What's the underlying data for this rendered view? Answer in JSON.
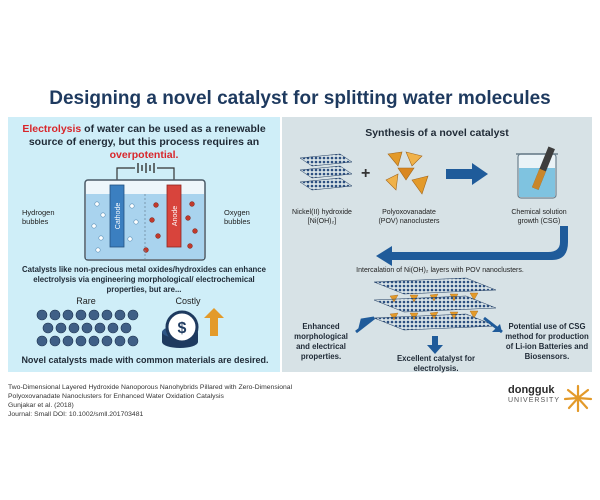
{
  "title": "Designing a novel catalyst for splitting water molecules",
  "left": {
    "intro_lead": "Electrolysis",
    "intro_mid": " of water can be used as a renewable source of energy, but this process requires an ",
    "intro_end": "overpotential.",
    "cell": {
      "left_label": "Hydrogen bubbles",
      "right_label": "Oxygen bubbles",
      "cathode": "Cathode",
      "anode": "Anode"
    },
    "catalysts_text": "Catalysts like non-precious metal oxides/hydroxides can enhance electrolysis via engineering morphological/ electrochemical properties, but are...",
    "rare_label": "Rare",
    "costly_label": "Costly",
    "dollar": "$",
    "desired": "Novel catalysts made with common materials are desired."
  },
  "right": {
    "title": "Synthesis of a novel catalyst",
    "plus": "+",
    "nickel_line1": "Nickel(II) hydroxide",
    "nickel_line2": "[Ni(OH)₂]",
    "pov_line1": "Polyoxovanadate",
    "pov_line2": "(POV) nanoclusters",
    "csg_line1": "Chemical solution",
    "csg_line2": "growth (CSG)",
    "intercalation": "Intercalation of Ni(OH)₂ layers with POV nanoclusters.",
    "enhanced": "Enhanced morphological and electrical properties.",
    "excellent": "Excellent catalyst for electrolysis.",
    "potential": "Potential use of CSG method for production of Li-ion Batteries and Biosensors."
  },
  "citation": {
    "line1": "Two-Dimensional Layered Hydroxide Nanoporous Nanohybrids Pillared with Zero-Dimensional",
    "line2": "Polyoxovanadate Nanoclusters for Enhanced Water Oxidation Catalysis",
    "line3": "Gunjakar et al. (2018)",
    "line4": "Journal: Small     DOI: 10.1002/smll.201703481"
  },
  "logo": {
    "name": "dongguk",
    "sub": "UNIVERSITY"
  },
  "colors": {
    "title": "#1e3a5f",
    "accent_red": "#d8262b",
    "left_bg": "#cfeef8",
    "right_bg": "#d7e2e6",
    "arrow": "#1f5b9a",
    "cathode": "#3b7fc0",
    "anode": "#d8443c",
    "gold": "#e39a2a"
  }
}
